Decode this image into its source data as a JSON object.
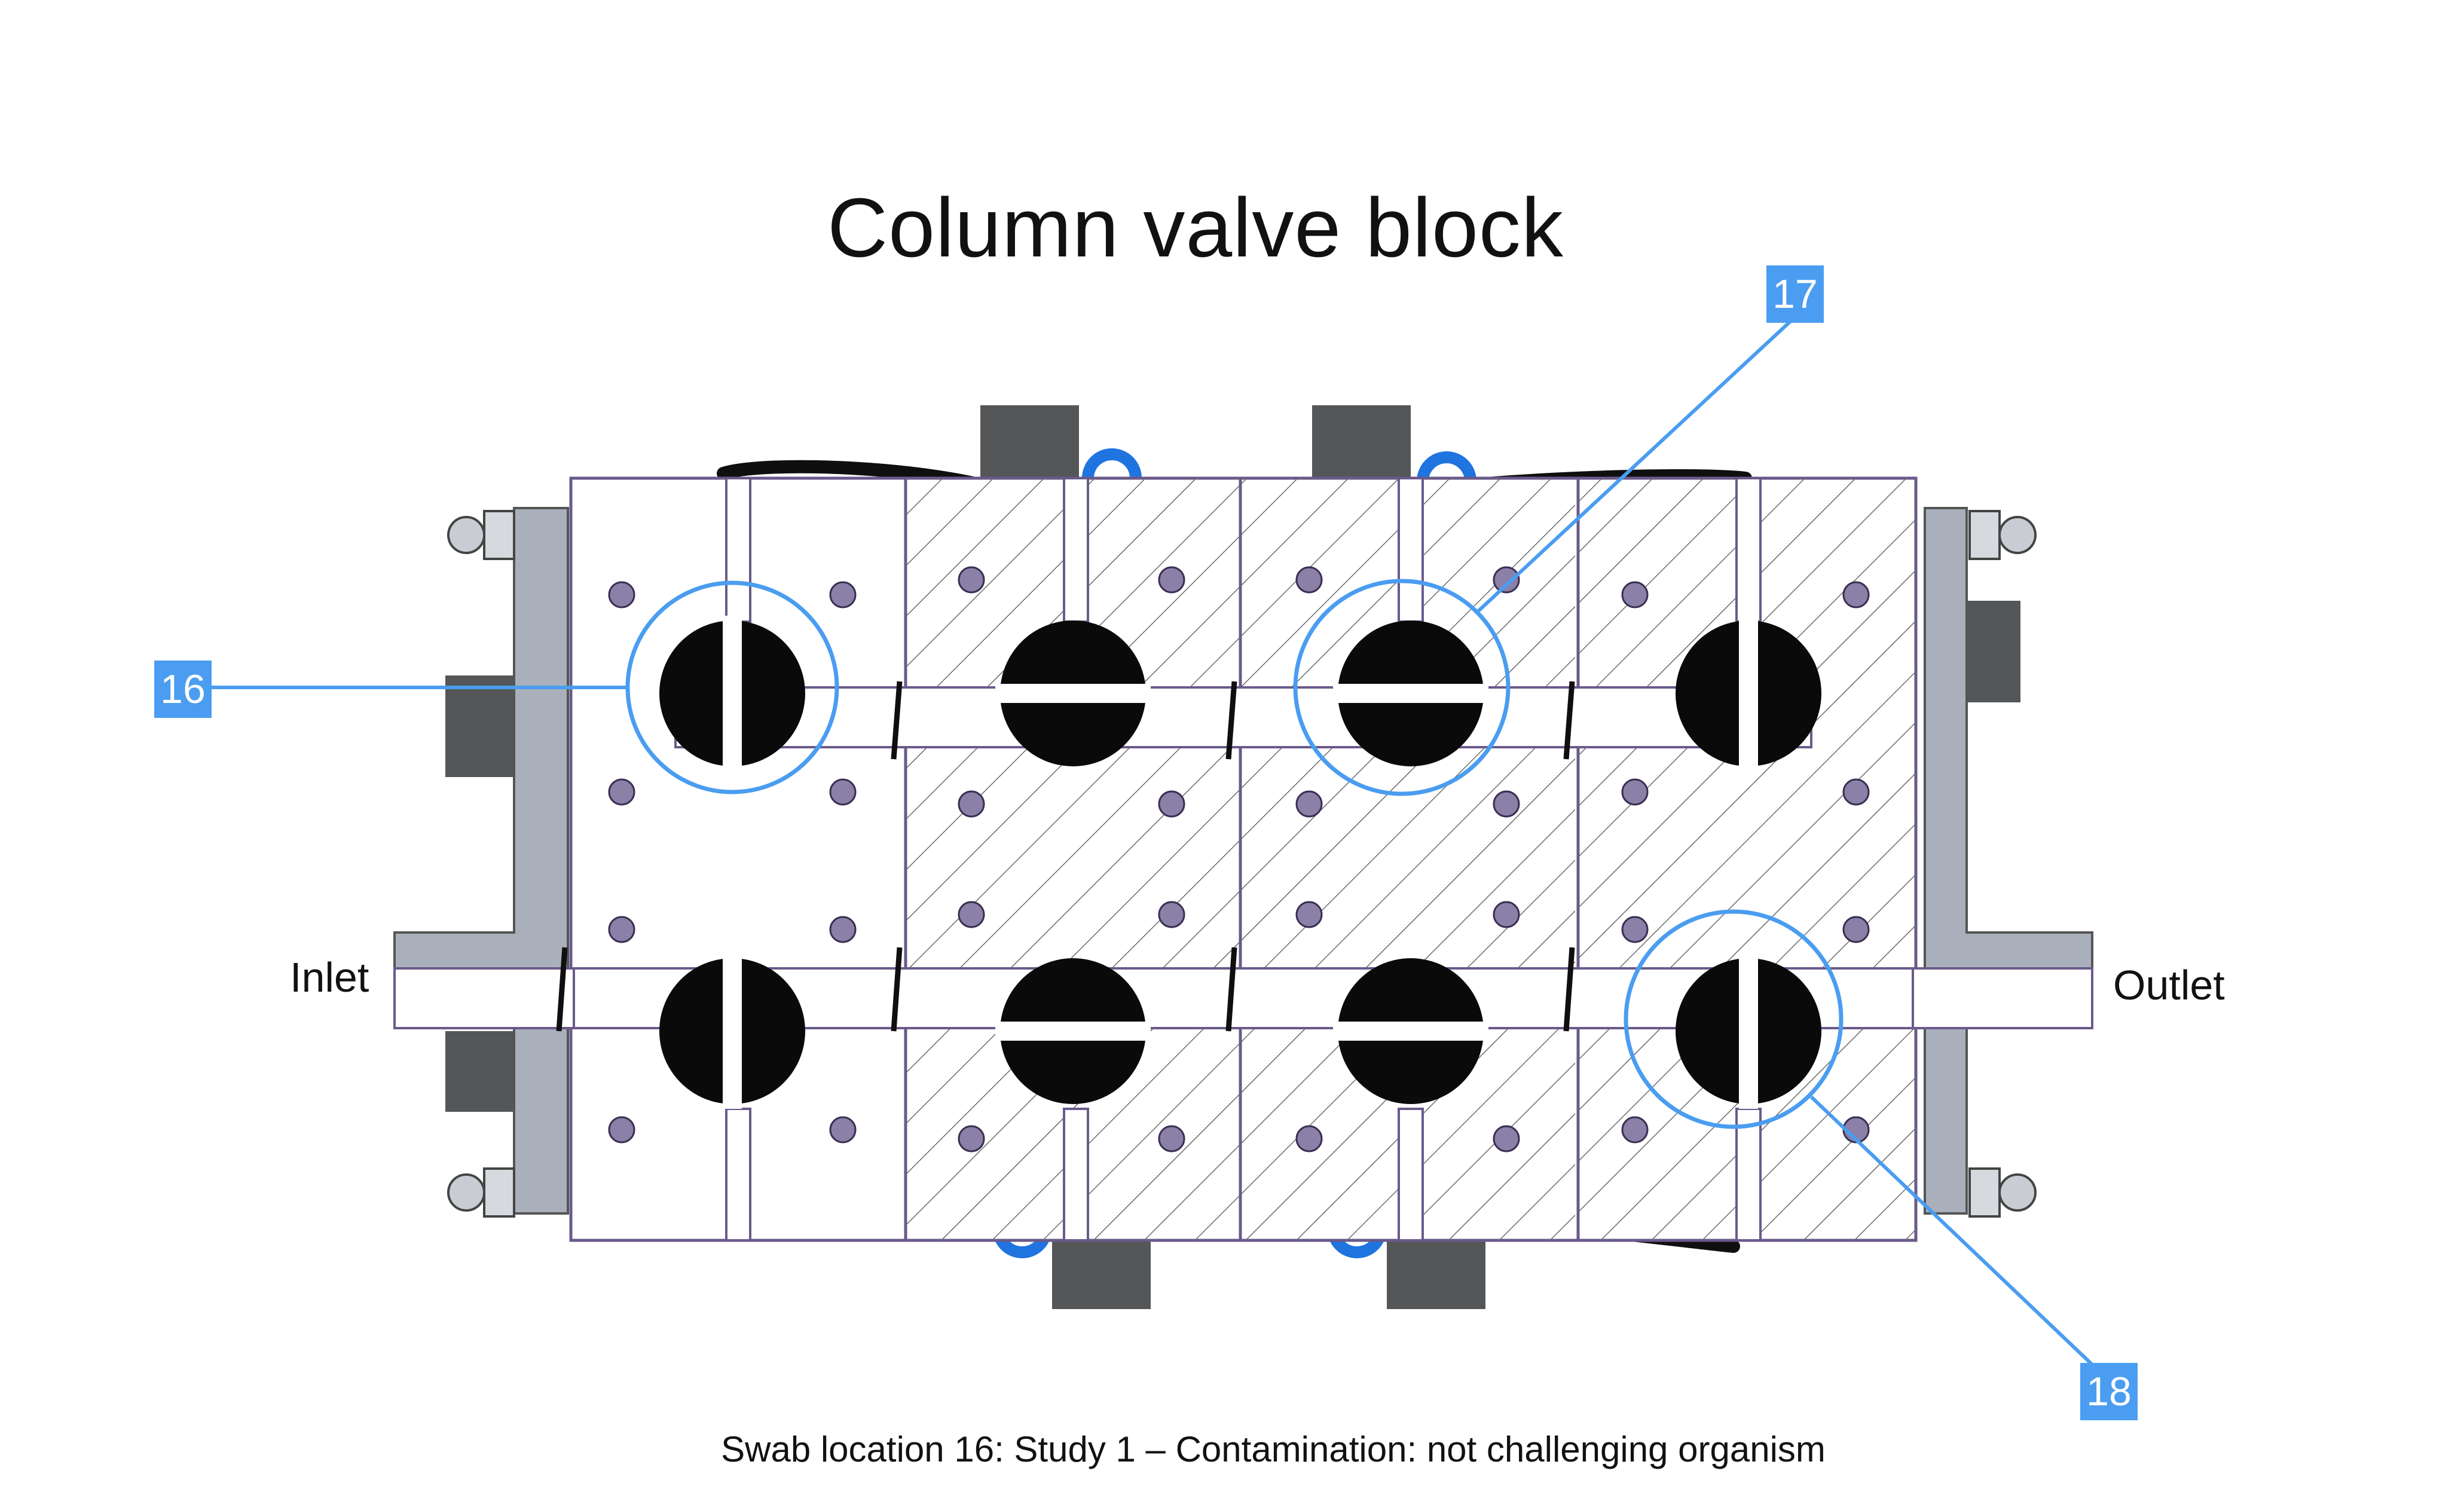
{
  "title": "Column valve block",
  "labels": {
    "inlet": "Inlet",
    "outlet": "Outlet"
  },
  "callouts": [
    {
      "id": "callout-16",
      "number": "16"
    },
    {
      "id": "callout-17",
      "number": "17"
    },
    {
      "id": "callout-18",
      "number": "18"
    }
  ],
  "caption": "Swab location 16: Study 1 – Contamination: not challenging organism",
  "colors": {
    "callout": "#4a9df0",
    "body_fill": "#ffffff",
    "outline": "#6a5a8a",
    "hatch": "#6b6b6b",
    "plate": "#a9b0bc",
    "actuator": "#545658",
    "hose": "#0f0f0f",
    "hose_clip": "#1f74e0",
    "port_dot": "#8a80a8"
  },
  "icons": [
    "valve-rotor",
    "hex-nut",
    "cap-nut",
    "hose",
    "actuator-block"
  ]
}
